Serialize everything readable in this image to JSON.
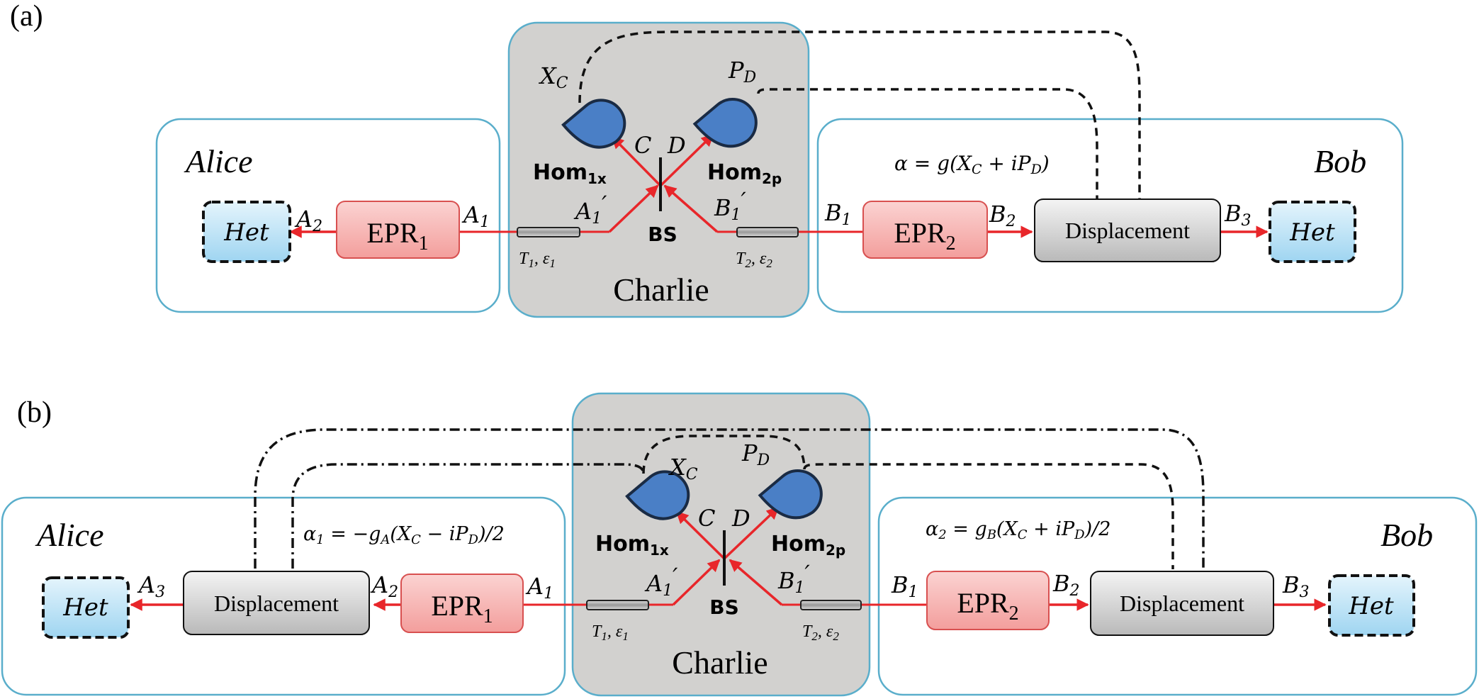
{
  "panel_a": {
    "label": "(a)",
    "alice": "Alice",
    "bob": "Bob",
    "charlie": "Charlie",
    "het_left": "Het",
    "het_right": "Het",
    "epr1_main": "EPR",
    "epr1_sub": "1",
    "epr2_main": "EPR",
    "epr2_sub": "2",
    "displacement": "Displacement",
    "a2": "A",
    "a2_sub": "2",
    "a1": "A",
    "a1_sub": "1",
    "a1p": "A",
    "a1p_sub": "1",
    "a1p_prime": "′",
    "b1": "B",
    "b1_sub": "1",
    "b2": "B",
    "b2_sub": "2",
    "b3": "B",
    "b3_sub": "3",
    "b1p": "B",
    "b1p_sub": "1",
    "b1p_prime": "′",
    "t1": "T",
    "t1_sub": "1",
    "eps1": ", ε",
    "eps1_sub": "1",
    "t2": "T",
    "t2_sub": "2",
    "eps2": ", ε",
    "eps2_sub": "2",
    "c": "C",
    "d": "D",
    "bs": "BS",
    "xc": "X",
    "xc_sub": "C",
    "pd": "P",
    "pd_sub": "D",
    "hom1": "Hom",
    "hom1_sub": "1x",
    "hom2": "Hom",
    "hom2_sub": "2p",
    "alpha_formula_1": "α = g(X",
    "alpha_formula_c": "C",
    "alpha_formula_2": " + iP",
    "alpha_formula_d": "D",
    "alpha_formula_3": ")"
  },
  "panel_b": {
    "label": "(b)",
    "alice": "Alice",
    "bob": "Bob",
    "charlie": "Charlie",
    "het_left": "Het",
    "het_right": "Het",
    "epr1_main": "EPR",
    "epr1_sub": "1",
    "epr2_main": "EPR",
    "epr2_sub": "2",
    "displacement_left": "Displacement",
    "displacement_right": "Displacement",
    "a3": "A",
    "a3_sub": "3",
    "a2": "A",
    "a2_sub": "2",
    "a1": "A",
    "a1_sub": "1",
    "a1p": "A",
    "a1p_sub": "1",
    "a1p_prime": "′",
    "b1": "B",
    "b1_sub": "1",
    "b2": "B",
    "b2_sub": "2",
    "b3": "B",
    "b3_sub": "3",
    "b1p": "B",
    "b1p_sub": "1",
    "b1p_prime": "′",
    "t1": "T",
    "t1_sub": "1",
    "eps1": ", ε",
    "eps1_sub": "1",
    "t2": "T",
    "t2_sub": "2",
    "eps2": ", ε",
    "eps2_sub": "2",
    "c": "C",
    "d": "D",
    "bs": "BS",
    "xc": "X",
    "xc_sub": "C",
    "pd": "P",
    "pd_sub": "D",
    "hom1": "Hom",
    "hom1_sub": "1x",
    "hom2": "Hom",
    "hom2_sub": "2p",
    "alpha1_1": "α",
    "alpha1_sub": "1",
    "alpha1_2": " = −g",
    "alpha1_gsub": "A",
    "alpha1_3": "(X",
    "alpha1_c": "C",
    "alpha1_4": " − iP",
    "alpha1_d": "D",
    "alpha1_5": ")/2",
    "alpha2_1": "α",
    "alpha2_sub": "2",
    "alpha2_2": " = g",
    "alpha2_gsub": "B",
    "alpha2_3": "(X",
    "alpha2_c": "C",
    "alpha2_4": " + iP",
    "alpha2_d": "D",
    "alpha2_5": ")/2"
  },
  "colors": {
    "beam": "#e8262a",
    "panel_border": "#5aaecb",
    "charlie_fill": "#d2d1cf",
    "epr_fill": "#f7b7b5",
    "epr_border": "#d85050",
    "het_fill": "#c6e6f7",
    "disp_fill": "#d8d8d8",
    "detector": "#4a7fc6"
  }
}
